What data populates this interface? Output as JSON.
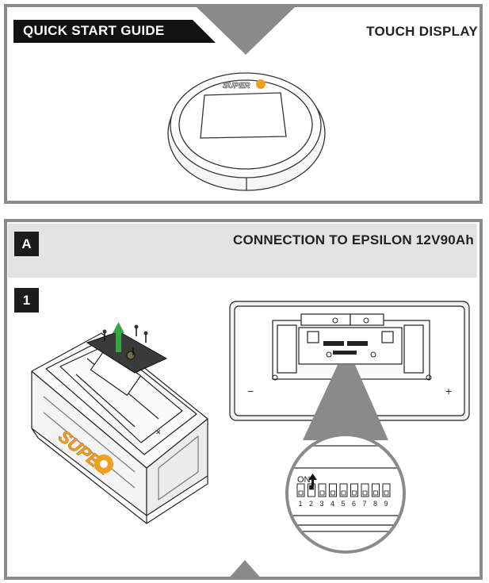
{
  "header": {
    "guide_label": "QUICK START GUIDE",
    "document_title": "TOUCH DISPLAY"
  },
  "device": {
    "logo_text": "SUPER"
  },
  "section": {
    "badge": "A",
    "title": "CONNECTION TO EPSILON 12V90Ah"
  },
  "step": {
    "badge": "1"
  },
  "battery": {
    "logo_text": "SUPER"
  },
  "pcb": {
    "minus_symbol": "−",
    "plus_symbol": "+"
  },
  "dip_switch": {
    "on_label": "ON",
    "numbers": [
      "1",
      "2",
      "3",
      "4",
      "5",
      "6",
      "7",
      "8",
      "9"
    ],
    "selected": "2"
  },
  "colors": {
    "frame": "#8a8a8a",
    "band": "#e3e3e3",
    "badge": "#1c1c1c",
    "brand_orange": "#f0a020",
    "arrow_green": "#35a840"
  }
}
